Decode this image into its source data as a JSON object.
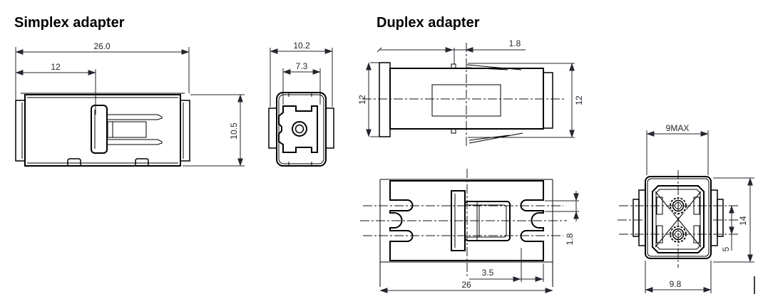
{
  "titles": {
    "simplex": "Simplex adapter",
    "duplex": "Duplex adapter"
  },
  "dimensions": {
    "simplex_side": {
      "length": "26.0",
      "latch_offset": "12",
      "height": "10.5"
    },
    "simplex_front": {
      "flange_width": "10.2",
      "body_width": "7.3"
    },
    "duplex_top": {
      "clip_offset": "1.8",
      "height_left": "12",
      "height_right": "12"
    },
    "duplex_bottom": {
      "slot_width": "1.8",
      "slot_depth": "3.5",
      "length": "26"
    },
    "duplex_front": {
      "max_width": "9MAX",
      "height": "14",
      "port_pitch": "5",
      "width": "9.8"
    }
  },
  "colors": {
    "background": "#ffffff",
    "outline": "#000000",
    "dimension": "#25252e"
  }
}
